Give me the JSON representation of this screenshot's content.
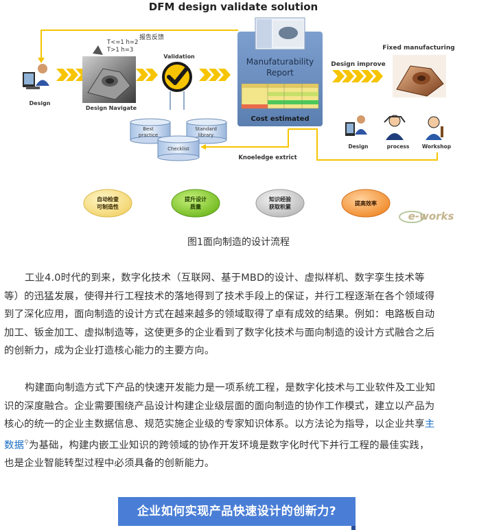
{
  "figure": {
    "title": "DFM design validate solution",
    "labels": {
      "design_left": "Design",
      "design_navigate": "Design Navigate",
      "tolerance_line1": "T<=1 h=2",
      "tolerance_line2": "T>1 h=3",
      "report_feedback": "报告反馈",
      "validation": "Validation",
      "best_practice_1": "Best",
      "best_practice_2": "practice",
      "standard_library_1": "Standard",
      "standard_library_2": "library",
      "checklist": "Checklist",
      "report_title_1": "Manufaturability",
      "report_title_2": "Report",
      "cost_estimated": "Cost  estimated",
      "design_improve": "Design improve",
      "fixed_manufacturing": "Fixed manufacturing",
      "design_right": "Design",
      "process": "process",
      "workshop": "Workshop",
      "knowledge_extract": "Knoeledge extrict"
    },
    "ovals": [
      {
        "line1": "自动检查",
        "line2": "可制造性"
      },
      {
        "line1": "提升设计",
        "line2": "质量"
      },
      {
        "line1": "知识经验",
        "line2": "获取积累"
      },
      {
        "line1": "提高效率",
        "line2": ""
      }
    ],
    "watermark": "e-works"
  },
  "caption": "图1面向制造的设计流程",
  "paragraph1": {
    "lines": [
      "工业4.0时代的到来，数字化技术（互联网、基于MBD的设计、虚拟样机、数字孪生技术等",
      "等）的迅猛发展，使得并行工程技术的落地得到了技术手段上的保证，并行工程逐渐在各个领域得",
      "到了深化应用，面向制造的设计方式在越来越多的领域取得了卓有成效的结果。例如：电路板自动",
      "加工、钣金加工、虚拟制造等，这使更多的企业看到了数字化技术与面向制造的设计方式融合之后",
      "的创新力，成为企业打造核心能力的主要方向。"
    ]
  },
  "paragraph2": {
    "line1": "构建面向制造方式下产品的快速开发能力是一项系统工程，是数字化技术与工业软件及工业知",
    "line2": "识的深度融合。企业需要围绕产品设计构建企业级层面的面向制造的协作工作模式，建立以产品为",
    "line3": "核心的统一的企业主数据信息、规范实施企业级的专家知识体系。以方法论为指导，以企业共享",
    "line3_link": "主",
    "line4_link": "数据",
    "line4_rest": "为基础，构建内嵌工业知识的跨领域的协作开发环境是数字化时代下并行工程的最佳实践，",
    "line5": "也是企业智能转型过程中必须具备的创新能力。"
  },
  "banner": {
    "text": "企业如何实现产品快速设计的创新力?"
  },
  "colors": {
    "arrow": "#f6c400",
    "report_bg": "#6c8fbf",
    "banner": "#4a7ed6",
    "link": "#1a6fc4"
  }
}
